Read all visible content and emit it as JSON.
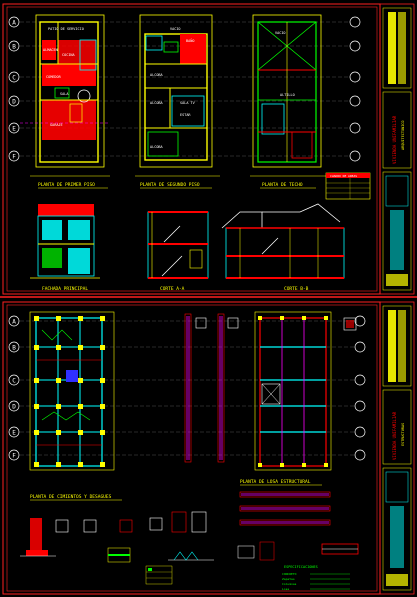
{
  "sheet1": {
    "plans": [
      {
        "title": "PLANTA DE PRIMER PISO",
        "rooms": [
          "PATIO DE SERVICIO",
          "ALMACEN",
          "COCINA",
          "COMEDOR",
          "SALA",
          "GARAJE"
        ]
      },
      {
        "title": "PLANTA DE SEGUNDO PISO",
        "rooms": [
          "VACIO",
          "BAÑO",
          "ALCOBA",
          "ALCOBA",
          "SALA TV",
          "ESTAR",
          "ALCOBA"
        ]
      },
      {
        "title": "PLANTA DE TECHO",
        "rooms": [
          "VACIO",
          "ALTILLO"
        ]
      }
    ],
    "elevations": [
      {
        "title": "FACHADA PRINCIPAL"
      },
      {
        "title": "CORTE A-A"
      },
      {
        "title": "CORTE B-B"
      }
    ],
    "axis_letters": [
      "A",
      "B",
      "C",
      "D",
      "E",
      "F"
    ],
    "table_title": "CUADRO DE AREAS",
    "block_title": "VIVIENDA UNIFAMILIAR",
    "block_sub": "ARQUITECTONICO"
  },
  "sheet2": {
    "titles": [
      "PLANTA DE CIMIENTOS Y DESAGUES",
      "PLANTA DE LOSA ESTRUCTURAL",
      "ESPECIFICACIONES"
    ],
    "axis_letters": [
      "A",
      "B",
      "C",
      "D",
      "E",
      "F"
    ],
    "notes": [
      "CONCRETO",
      "Zapatas",
      "Columnas",
      "Losa"
    ],
    "block_title": "VIVIENDA UNIFAMILIAR",
    "block_sub": "ESTRUCTURAS"
  },
  "colors": {
    "frame": "#ff2020",
    "yellow": "#ffff00",
    "cyan": "#00ffff",
    "green": "#00ff00",
    "red": "#ff0000",
    "white": "#ffffff",
    "magenta": "#ff00ff",
    "blue": "#3030ff"
  }
}
